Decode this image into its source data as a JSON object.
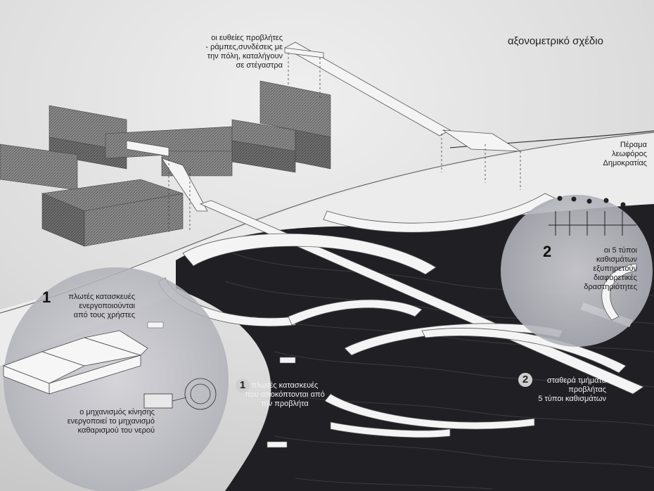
{
  "title": "αξονομετρικό σχέδιο",
  "labels": {
    "piers_top": [
      "οι ευθείες προβλήτες",
      "- ράμπες,συνδέσεις με",
      "την πόλη, καταλήγουν",
      "σε στέγαστρα"
    ],
    "perama": [
      "Πέραμα",
      "λεωφόρος",
      "Δημοκρατίας"
    ],
    "seats": {
      "number": "2",
      "lines": [
        "οι 5 τύποι",
        "καθισμάτων",
        "εξυπηρετούν",
        "διαφορετικές",
        "δραστηριότητες"
      ]
    },
    "floating_users": {
      "number": "1",
      "lines": [
        "πλωτές κατασκευές",
        "ενεργοποιούνται",
        "από τους χρήστες"
      ]
    },
    "floating_detached": {
      "number": "1",
      "lines": [
        "πλωτές κατασκευές",
        "που αποκόπτονται από",
        "την προβλήτα"
      ]
    },
    "fixed_parts": {
      "number": "2",
      "lines": [
        "σταθερά τμήματα",
        "προβλήτας",
        "5 τύποι καθισμάτων"
      ]
    },
    "mechanism": [
      "ο μηχανισμός κίνησης",
      "ενεργοποιεί το μηχανισμό",
      "καθαρισμού του νερού"
    ]
  },
  "colors": {
    "sky": "#e4e4e4",
    "water": "#1e1e22",
    "pier": "#f4f4f4",
    "building": "#8a8a8a",
    "circle": "#bdbdc3"
  }
}
